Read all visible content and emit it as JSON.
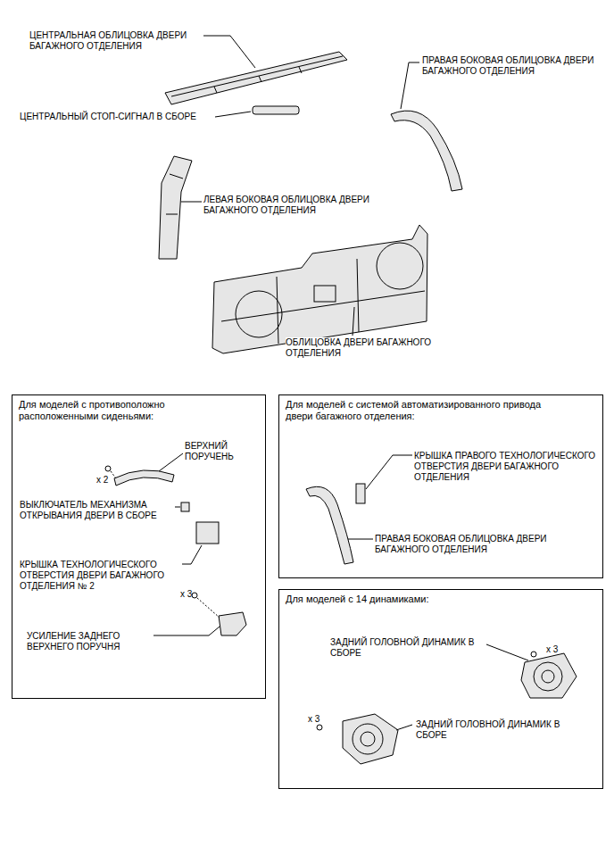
{
  "diagram": {
    "nodes": [
      {
        "text": [
          "Для моделей с противоположно расположенными сиденьями:"
        ]
      },
      {
        "text": [
          "Для моделей с системой автоматизированного привода двери багажного отделения:"
        ]
      },
      {
        "text": [
          "Для моделей с 14 динамиками:"
        ]
      }
    ],
    "edges": [],
    "labels": [
      "ЦЕНТРАЛЬНАЯ ОБЛИЦОВКА ДВЕРИ БАГАЖНОГО ОТДЕЛЕНИЯ",
      "ПРАВАЯ БОКОВАЯ ОБЛИЦОВКА ДВЕРИ БАГАЖНОГО ОТДЕЛЕНИЯ",
      "ЦЕНТРАЛЬНЫЙ СТОП-СИГНАЛ В СБОРЕ",
      "ЛЕВАЯ БОКОВАЯ ОБЛИЦОВКА ДВЕРИ БАГАЖНОГО ОТДЕЛЕНИЯ",
      "ОБЛИЦОВКА ДВЕРИ БАГАЖНОГО ОТДЕЛЕНИЯ",
      "ВЕРХНИЙ ПОРУЧЕНЬ",
      "x 2",
      "ВЫКЛЮЧАТЕЛЬ МЕХАНИЗМА ОТКРЫВАНИЯ ДВЕРИ В СБОРЕ",
      "КРЫШКА ТЕХНОЛОГИЧЕСКОГО ОТВЕРСТИЯ ДВЕРИ БАГАЖНОГО ОТДЕЛЕНИЯ № 2",
      "x 3",
      "УСИЛЕНИЕ ЗАДНЕГО ВЕРХНЕГО ПОРУЧНЯ",
      "КРЫШКА ПРАВОГО ТЕХНОЛОГИЧЕСКОГО ОТВЕРСТИЯ ДВЕРИ БАГАЖНОГО ОТДЕЛЕНИЯ",
      "ПРАВАЯ БОКОВАЯ ОБЛИЦОВКА ДВЕРИ БАГАЖНОГО ОТДЕЛЕНИЯ",
      "ЗАДНИЙ ГОЛОВНОЙ ДИНАМИК В СБОРЕ",
      "x 3",
      "x 3",
      "ЗАДНИЙ ГОЛОВНОЙ ДИНАМИК В СБОРЕ"
    ]
  }
}
